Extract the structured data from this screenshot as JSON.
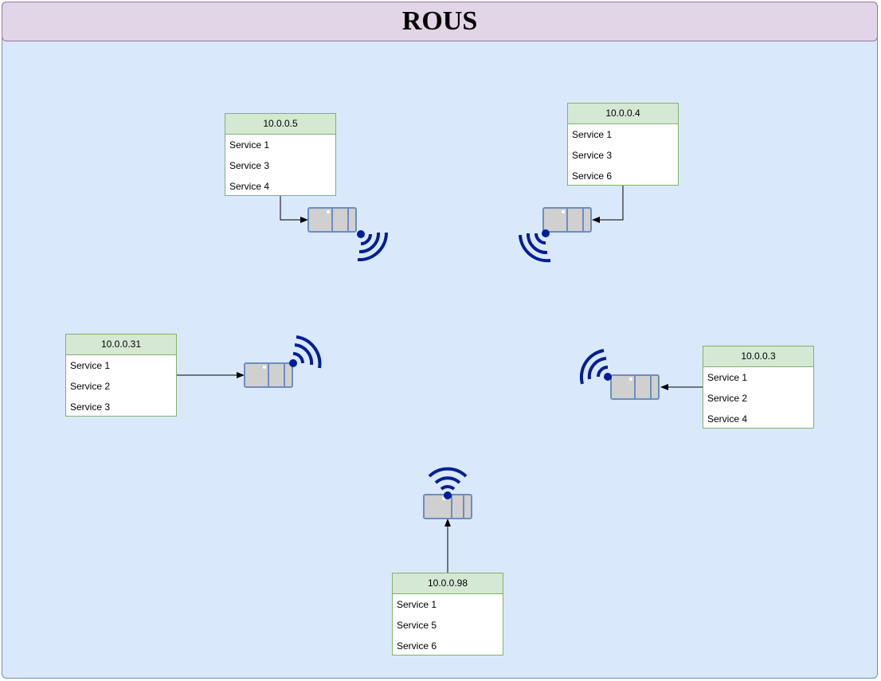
{
  "title": "ROUS",
  "colors": {
    "frame_fill": "#dae8fc",
    "frame_stroke": "#6c8ebf",
    "title_fill": "#e1d5e7",
    "title_stroke": "#9673a6",
    "box_header": "#d5e8d4",
    "box_stroke": "#82b366",
    "device_fill": "#d0d0d0",
    "device_stroke": "#6c8ebf",
    "wifi": "#001e96",
    "arrow": "#000000"
  },
  "nodes": [
    {
      "ip": "10.0.0.5",
      "services": [
        "Service 1",
        "Service 3",
        "Service 4"
      ]
    },
    {
      "ip": "10.0.0.4",
      "services": [
        "Service 1",
        "Service 3",
        "Service 6"
      ]
    },
    {
      "ip": "10.0.0.31",
      "services": [
        "Service 1",
        "Service 2",
        "Service 3"
      ]
    },
    {
      "ip": "10.0.0.3",
      "services": [
        "Service 1",
        "Service 2",
        "Service 4"
      ]
    },
    {
      "ip": "10.0.0.98",
      "services": [
        "Service 1",
        "Service 5",
        "Service 6"
      ]
    }
  ]
}
